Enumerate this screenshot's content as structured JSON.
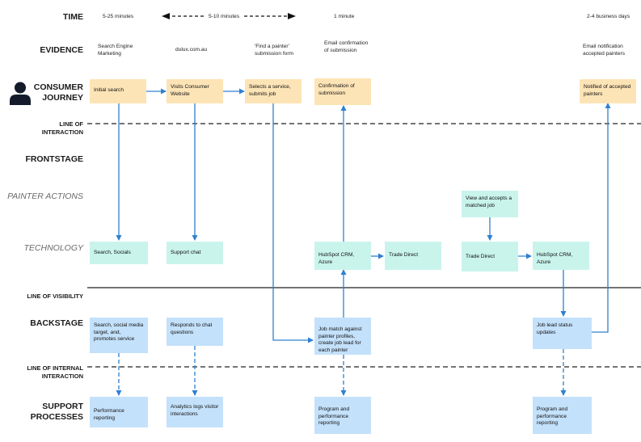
{
  "rows": {
    "time": "TIME",
    "evidence": "EVIDENCE",
    "consumer_journey": "CONSUMER JOURNEY",
    "line_of_interaction": "LINE OF INTERACTION",
    "frontstage": "FRONTSTAGE",
    "painter_actions": "PAINTER ACTIONS",
    "technology": "TECHNOLOGY",
    "line_of_visibility": "LINE OF VISIBILITY",
    "backstage": "BACKSTAGE",
    "line_of_internal_interaction": "LINE OF INTERNAL INTERACTION",
    "support_processes": "SUPPORT PROCESSES"
  },
  "time": {
    "t1": "5-25 minutes",
    "t2": "5-10 minutes",
    "t3": "1 minute",
    "t4": "2-4 business days"
  },
  "evidence": {
    "e1": "Search Engine Marketing",
    "e2": "dulux.com.au",
    "e3": "'Find a painter' submission form",
    "e4": "Email confirmation of submission",
    "e5": "Email notification accepted painters"
  },
  "consumer": {
    "c1": "Initial search",
    "c2": "Visits Consumer Website",
    "c3": "Selects a service, submits job",
    "c4": "Confirmation of submission",
    "c5": "Notified of accepted painters"
  },
  "painter": {
    "p1": "View and accepts a matched job"
  },
  "technology": {
    "t1": "Search, Socials",
    "t2": "Support chat",
    "t3": "HubSpot CRM, Azure",
    "t4": "Trade Direct",
    "t5": "Trade Direct",
    "t6": "HubSpot CRM, Azure"
  },
  "backstage": {
    "b1": "Search, social media target, and, promotes service",
    "b2": "Responds to chat questions",
    "b3": "Job match against painter profiles, create job lead for each painter",
    "b4": "Job lead status updates"
  },
  "support": {
    "s1": "Performance reporting",
    "s2": "Analytics logs visitor interactions",
    "s3": "Program and performance reporting",
    "s4": "Program and performance reporting"
  },
  "colors": {
    "consumer": "#fde4b6",
    "technology": "#c9f4ec",
    "backstage": "#c4e1fb",
    "arrow": "#2f80d0"
  },
  "icons": {
    "consumer_journey": "person-icon"
  }
}
